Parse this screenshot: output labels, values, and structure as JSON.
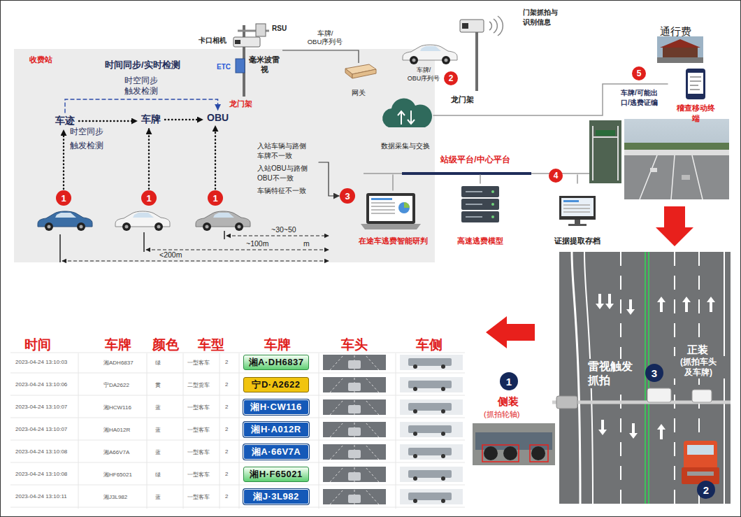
{
  "diagram": {
    "nodes": [
      {
        "text": [
          "收费站"
        ]
      },
      {
        "text": [
          "车迹"
        ],
        "in": 0
      },
      {
        "text": [
          "车牌"
        ],
        "in": 0
      },
      {
        "text": [
          "OBU"
        ],
        "in": 0
      },
      {
        "text": [
          "1"
        ],
        "in": 0
      },
      {
        "text": [
          "1"
        ],
        "in": 0
      },
      {
        "text": [
          "1"
        ],
        "in": 0
      },
      {
        "text": [
          "入站车辆与路侧 车牌不一致",
          "入站OBU与路侧 OBU不一致",
          "车辆特征不一致"
        ],
        "in": 0
      },
      {
        "text": [
          "3"
        ],
        "in": 0
      },
      {
        "text": [
          "在途车逃费智能研判"
        ],
        "in": 0
      },
      {
        "text": [
          "数据采集与交换"
        ],
        "in": 0
      },
      {
        "text": [
          "2"
        ]
      },
      {
        "text": [
          "网关"
        ],
        "in": 0
      },
      {
        "text": [
          "站级平台/中心平台"
        ]
      },
      {
        "text": [
          "4"
        ]
      },
      {
        "text": [
          "高速逃费模型"
        ]
      },
      {
        "text": [
          "证据提取存档"
        ]
      },
      {
        "text": [
          "5"
        ]
      },
      {
        "text": [
          "稽查移动终 端"
        ]
      },
      {
        "text": [
          "1"
        ]
      },
      {
        "text": [
          "3"
        ]
      },
      {
        "text": [
          "2"
        ]
      },
      {
        "text": [
          "湘A·DH6837"
        ]
      },
      {
        "text": [
          "宁D·A2622"
        ]
      },
      {
        "text": [
          "湘H·CW116"
        ]
      },
      {
        "text": [
          "湘H·A012R"
        ]
      },
      {
        "text": [
          "湘A·66V7A"
        ]
      },
      {
        "text": [
          "湘H·F65021"
        ]
      },
      {
        "text": [
          "湘J·3L982"
        ]
      }
    ],
    "edges": [
      {
        "from": 4,
        "to": 1,
        "arrow": "to"
      },
      {
        "from": 5,
        "to": 2,
        "arrow": "to"
      },
      {
        "from": 6,
        "to": 3,
        "arrow": "to"
      },
      {
        "from": 1,
        "to": 2,
        "arrow": "to"
      },
      {
        "from": 2,
        "to": 3,
        "arrow": "to"
      },
      {
        "from": 1,
        "to": 3,
        "arrow": "to",
        "label": "时空同步 触发检测"
      },
      {
        "from": 7,
        "to": 8,
        "arrow": "to"
      },
      {
        "from": 13,
        "to": 9,
        "arrow": "none"
      },
      {
        "from": 13,
        "to": 15,
        "arrow": "none"
      },
      {
        "from": 13,
        "to": 16,
        "arrow": "none"
      },
      {
        "from": 10,
        "to": 18,
        "arrow": "none"
      }
    ],
    "labels": [
      "时间同步/实时检测",
      "卡口相机",
      "RSU",
      "车牌/ OBU序列号",
      "门架抓拍与 识别信息",
      "通行费",
      "毫米波雷 视",
      "ETC",
      "车牌/ OBU序列号",
      "车牌/可能出 口/逃费证编",
      "龙门架",
      "龙门架",
      "时空同步 触发检测",
      "~30~50",
      "~100m",
      "m",
      "<200m",
      "时间",
      "车牌",
      "颜色",
      "车型",
      "车牌",
      "车头",
      "车侧",
      "正装",
      "(抓拍车头 及车牌)",
      "雷视触发 抓拍",
      "侧装",
      "(抓拍轮轴)",
      "2023-04-24 13:10:03",
      "湘ADH6837",
      "绿",
      "一型客车",
      "2",
      "2023-04-24 13:10:06",
      "宁DA2622",
      "黄",
      "二型货车",
      "2",
      "2023-04-24 13:10:07",
      "湘HCW116",
      "蓝",
      "一型客车",
      "2",
      "2023-04-24 13:10:07",
      "湘HA012R",
      "蓝",
      "一型客车",
      "2",
      "2023-04-24 13:10:08",
      "湘A66V7A",
      "蓝",
      "一型客车",
      "2",
      "2023-04-24 13:10:08",
      "湘HF65021",
      "绿",
      "一型客车",
      "2",
      "2023-04-24 13:10:11",
      "湘J3L982",
      "蓝",
      "一型客车",
      "2"
    ]
  }
}
